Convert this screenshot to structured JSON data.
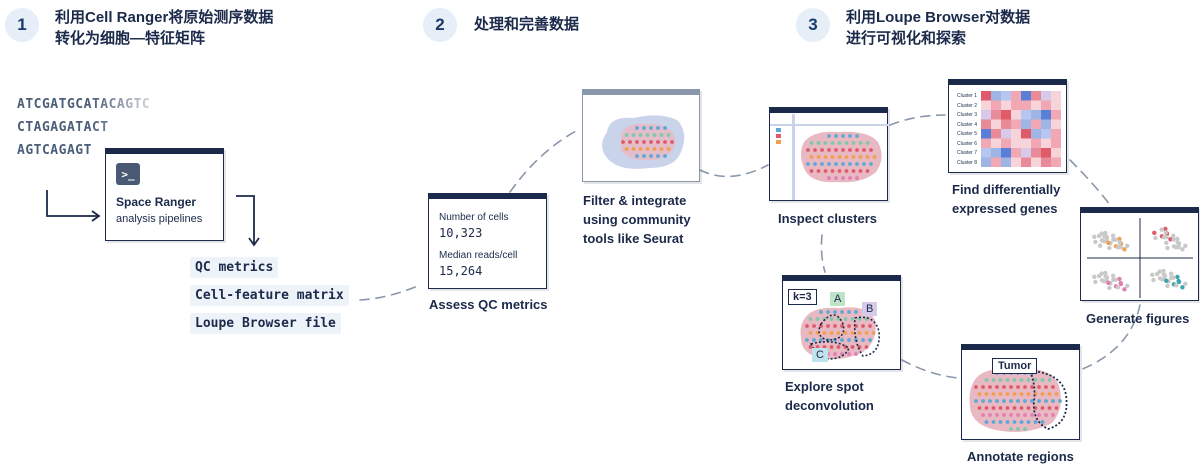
{
  "steps": [
    {
      "num": "1",
      "title_line1": "利用Cell Ranger将原始测序数据",
      "title_line2": "转化为细胞—特征矩阵"
    },
    {
      "num": "2",
      "title_line1": "处理和完善数据"
    },
    {
      "num": "3",
      "title_line1": "利用Loupe Browser对数据",
      "title_line2": "进行可视化和探索"
    }
  ],
  "dna": [
    "ATCGATGCATACAGTC",
    "CTAGAGATACT",
    "AGTCAGAGT"
  ],
  "space_ranger": {
    "title": "Space Ranger",
    "subtitle": "analysis pipelines"
  },
  "outputs": [
    "QC metrics",
    "Cell-feature matrix",
    "Loupe Browser file"
  ],
  "qc_card": {
    "cells_label": "Number of cells",
    "cells_value": "10,323",
    "reads_label": "Median reads/cell",
    "reads_value": "15,264",
    "caption": "Assess QC metrics"
  },
  "filter_caption": [
    "Filter & integrate",
    "using community",
    "tools like Seurat"
  ],
  "inspect_caption": "Inspect clusters",
  "de_caption": [
    "Find differentially",
    "expressed genes"
  ],
  "heatmap_rows": [
    "Cluster 1",
    "Cluster 2",
    "Cluster 3",
    "Cluster 4",
    "Cluster 5",
    "Cluster 6",
    "Cluster 7",
    "Cluster 8"
  ],
  "figures_caption": "Generate figures",
  "deconv": {
    "k_label": "k=3",
    "labels": [
      "A",
      "B",
      "C"
    ],
    "caption": [
      "Explore spot",
      "deconvolution"
    ]
  },
  "annotate": {
    "tag": "Tumor",
    "caption": "Annotate regions"
  },
  "colors": {
    "navy": "#1b2a4a",
    "blob": "#e8b9c3",
    "blue_blob": "#c9d3ea",
    "accent_blue": "#5aa9d6",
    "accent_red": "#e05a6a",
    "accent_orange": "#f0a050"
  }
}
